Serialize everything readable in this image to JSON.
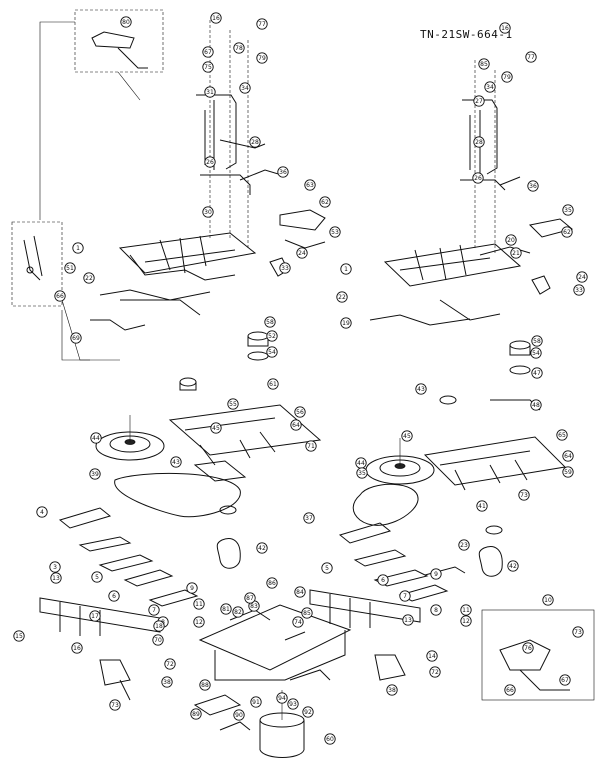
{
  "diagram": {
    "doc_code": "TN-21SW-664-1",
    "callouts": [
      {
        "t": "16"
      },
      {
        "t": "77"
      },
      {
        "t": "78"
      },
      {
        "t": "79"
      },
      {
        "t": "67"
      },
      {
        "t": "75"
      },
      {
        "t": "80"
      },
      {
        "t": "31"
      },
      {
        "t": "34"
      },
      {
        "t": "28"
      },
      {
        "t": "26"
      },
      {
        "t": "36"
      },
      {
        "t": "30"
      },
      {
        "t": "63"
      },
      {
        "t": "62"
      },
      {
        "t": "1"
      },
      {
        "t": "53"
      },
      {
        "t": "33"
      },
      {
        "t": "24"
      },
      {
        "t": "22"
      },
      {
        "t": "51"
      },
      {
        "t": "58"
      },
      {
        "t": "52"
      },
      {
        "t": "54"
      },
      {
        "t": "61"
      },
      {
        "t": "56"
      },
      {
        "t": "55"
      },
      {
        "t": "45"
      },
      {
        "t": "64"
      },
      {
        "t": "71"
      },
      {
        "t": "43"
      },
      {
        "t": "39"
      },
      {
        "t": "44"
      },
      {
        "t": "4"
      },
      {
        "t": "37"
      },
      {
        "t": "42"
      },
      {
        "t": "3"
      },
      {
        "t": "5"
      },
      {
        "t": "6"
      },
      {
        "t": "7"
      },
      {
        "t": "8"
      },
      {
        "t": "9"
      },
      {
        "t": "11"
      },
      {
        "t": "12"
      },
      {
        "t": "13"
      },
      {
        "t": "70"
      },
      {
        "t": "15"
      },
      {
        "t": "16"
      },
      {
        "t": "17"
      },
      {
        "t": "18"
      },
      {
        "t": "72"
      },
      {
        "t": "38"
      },
      {
        "t": "73"
      },
      {
        "t": "69"
      },
      {
        "t": "66"
      },
      {
        "t": "74"
      },
      {
        "t": "81"
      },
      {
        "t": "82"
      },
      {
        "t": "83"
      },
      {
        "t": "84"
      },
      {
        "t": "85"
      },
      {
        "t": "86"
      },
      {
        "t": "87"
      },
      {
        "t": "88"
      },
      {
        "t": "89"
      },
      {
        "t": "90"
      },
      {
        "t": "91"
      },
      {
        "t": "92"
      },
      {
        "t": "93"
      },
      {
        "t": "94"
      },
      {
        "t": "60"
      },
      {
        "t": "16"
      },
      {
        "t": "77"
      },
      {
        "t": "85"
      },
      {
        "t": "79"
      },
      {
        "t": "34"
      },
      {
        "t": "27"
      },
      {
        "t": "28"
      },
      {
        "t": "26"
      },
      {
        "t": "36"
      },
      {
        "t": "35"
      },
      {
        "t": "62"
      },
      {
        "t": "1"
      },
      {
        "t": "20"
      },
      {
        "t": "21"
      },
      {
        "t": "24"
      },
      {
        "t": "33"
      },
      {
        "t": "22"
      },
      {
        "t": "58"
      },
      {
        "t": "54"
      },
      {
        "t": "47"
      },
      {
        "t": "48"
      },
      {
        "t": "65"
      },
      {
        "t": "43"
      },
      {
        "t": "44"
      },
      {
        "t": "64"
      },
      {
        "t": "59"
      },
      {
        "t": "45"
      },
      {
        "t": "35"
      },
      {
        "t": "73"
      },
      {
        "t": "41"
      },
      {
        "t": "42"
      },
      {
        "t": "10"
      },
      {
        "t": "5"
      },
      {
        "t": "6"
      },
      {
        "t": "7"
      },
      {
        "t": "8"
      },
      {
        "t": "9"
      },
      {
        "t": "11"
      },
      {
        "t": "12"
      },
      {
        "t": "13"
      },
      {
        "t": "14"
      },
      {
        "t": "72"
      },
      {
        "t": "38"
      },
      {
        "t": "73"
      },
      {
        "t": "76"
      },
      {
        "t": "66"
      },
      {
        "t": "67"
      },
      {
        "t": "19"
      },
      {
        "t": "23"
      },
      {
        "t": "68"
      },
      {
        "t": "40"
      }
    ]
  }
}
